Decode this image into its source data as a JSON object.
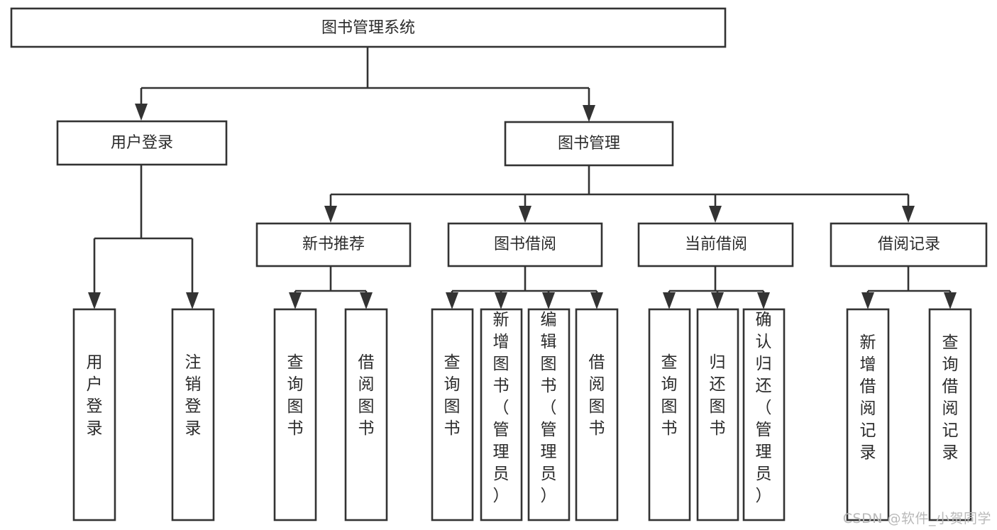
{
  "diagram": {
    "title": "图书管理系统",
    "type": "hierarchy-tree",
    "root": {
      "id": "root",
      "label": "图书管理系统"
    },
    "level1": [
      {
        "id": "user-login",
        "label": "用户登录"
      },
      {
        "id": "book-management",
        "label": "图书管理"
      }
    ],
    "level2": [
      {
        "id": "new-book-recommend",
        "label": "新书推荐",
        "parent": "book-management"
      },
      {
        "id": "book-borrow",
        "label": "图书借阅",
        "parent": "book-management"
      },
      {
        "id": "current-borrow",
        "label": "当前借阅",
        "parent": "book-management"
      },
      {
        "id": "borrow-record",
        "label": "借阅记录",
        "parent": "book-management"
      }
    ],
    "leaves": [
      {
        "id": "leaf-user-login",
        "label": "用户登录",
        "parent": "user-login"
      },
      {
        "id": "leaf-logout-login",
        "label": "注销登录",
        "parent": "user-login"
      },
      {
        "id": "leaf-query-book-1",
        "label": "查询图书",
        "parent": "new-book-recommend"
      },
      {
        "id": "leaf-borrow-book-1",
        "label": "借阅图书",
        "parent": "new-book-recommend"
      },
      {
        "id": "leaf-query-book-2",
        "label": "查询图书",
        "parent": "book-borrow"
      },
      {
        "id": "leaf-add-book",
        "label": "新增图书（管理员）",
        "parent": "book-borrow"
      },
      {
        "id": "leaf-edit-book",
        "label": "编辑图书（管理员）",
        "parent": "book-borrow"
      },
      {
        "id": "leaf-borrow-book-2",
        "label": "借阅图书",
        "parent": "book-borrow"
      },
      {
        "id": "leaf-query-book-3",
        "label": "查询图书",
        "parent": "current-borrow"
      },
      {
        "id": "leaf-return-book",
        "label": "归还图书",
        "parent": "current-borrow"
      },
      {
        "id": "leaf-confirm-return",
        "label": "确认归还（管理员）",
        "parent": "current-borrow"
      },
      {
        "id": "leaf-add-record",
        "label": "新增借阅记录",
        "parent": "borrow-record"
      },
      {
        "id": "leaf-query-record",
        "label": "查询借阅记录",
        "parent": "borrow-record"
      }
    ],
    "colors": {
      "box_stroke": "#333333",
      "box_fill": "#ffffff",
      "text": "#2b2b2b",
      "connector": "#333333",
      "watermark": "#b9b9b9",
      "background": "#ffffff"
    }
  },
  "watermark": {
    "text": "CSDN @软件_小贺同学"
  }
}
